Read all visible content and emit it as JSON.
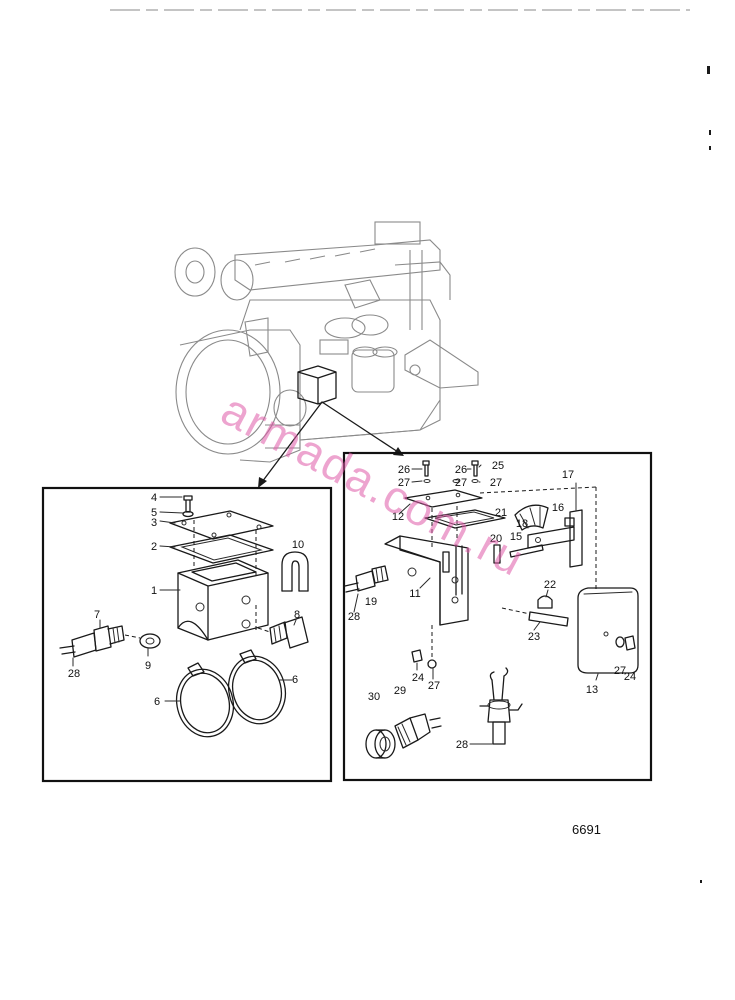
{
  "figure_number": "6691",
  "watermark": "armada.com.ru",
  "left_panel": {
    "labels": [
      "4",
      "5",
      "3",
      "2",
      "1",
      "10",
      "7",
      "9",
      "8",
      "28",
      "6",
      "6"
    ]
  },
  "right_panel": {
    "labels": [
      "26",
      "27",
      "26",
      "25",
      "27",
      "27",
      "12",
      "21",
      "18",
      "20",
      "15",
      "16",
      "17",
      "11",
      "19",
      "28",
      "22",
      "23",
      "24",
      "27",
      "27",
      "24",
      "13",
      "30",
      "29",
      "28"
    ]
  }
}
